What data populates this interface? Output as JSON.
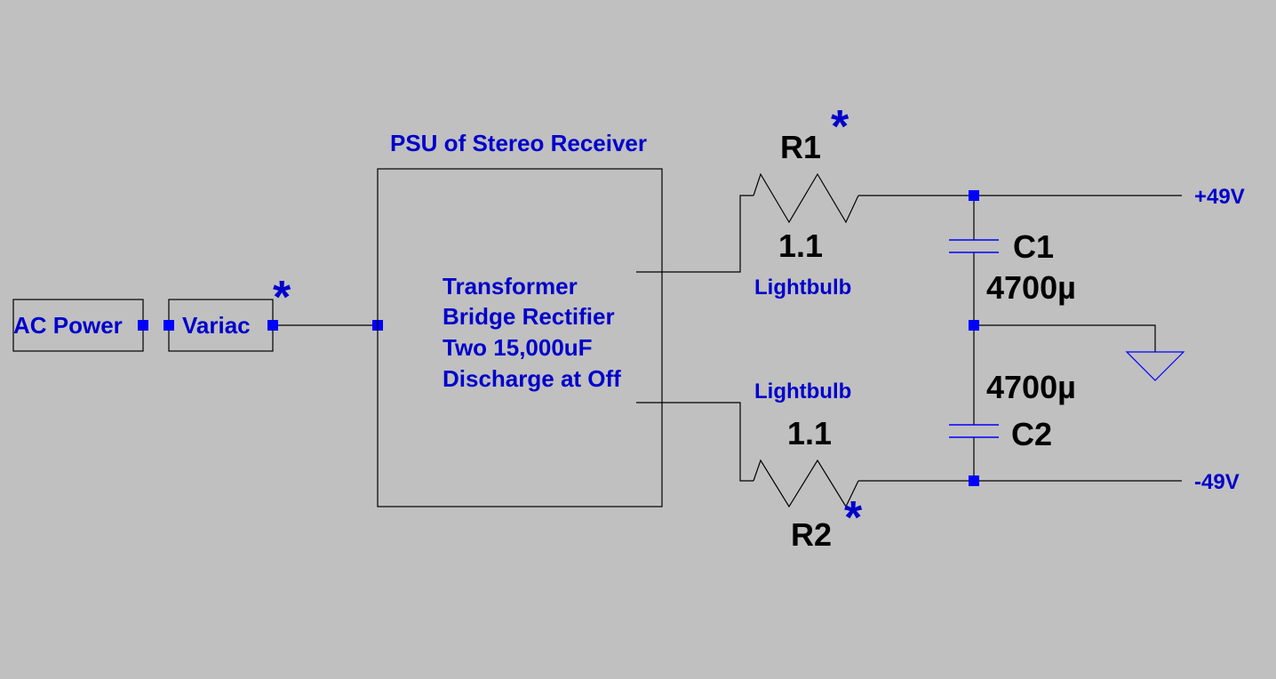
{
  "blocks": {
    "ac_power": "AC Power",
    "variac": "Variac",
    "psu_title": "PSU of Stereo Receiver",
    "psu_lines": [
      "Transformer",
      "Bridge Rectifier",
      "Two 15,000uF",
      "Discharge at Off"
    ]
  },
  "markers": {
    "star": "*"
  },
  "r1": {
    "ref": "R1",
    "value": "1.1",
    "desc": "Lightbulb"
  },
  "r2": {
    "ref": "R2",
    "value": "1.1",
    "desc": "Lightbulb"
  },
  "c1": {
    "ref": "C1",
    "value": "4700µ"
  },
  "c2": {
    "ref": "C2",
    "value": "4700µ"
  },
  "nets": {
    "pos": "+49V",
    "neg": "-49V"
  },
  "colors": {
    "background": "#c0c0c0",
    "wire": "#000000",
    "annotation": "#0000cc",
    "node": "#0000ff"
  }
}
